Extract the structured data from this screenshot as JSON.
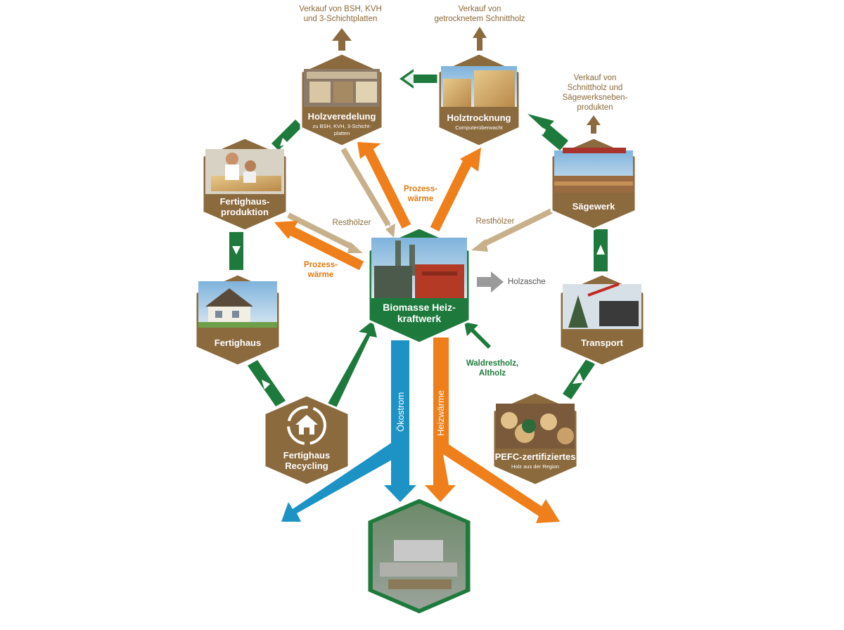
{
  "nodes": {
    "holzveredelung": {
      "title": "Holzveredelung",
      "sub1": "zu BSH, KVH, 3-Schicht-",
      "sub2": "platten"
    },
    "holztrocknung": {
      "title": "Holztrocknung",
      "sub1": "Computerüberwacht"
    },
    "saegewerk": {
      "title": "Sägewerk"
    },
    "transport": {
      "title": "Transport"
    },
    "pefc": {
      "title": "PEFC-zertifiziertes",
      "sub1": "Holz aus der Region"
    },
    "fertighausproduktion": {
      "title1": "Fertighaus-",
      "title2": "produktion"
    },
    "fertighaus": {
      "title": "Fertighaus"
    },
    "recycling": {
      "title1": "Fertighaus",
      "title2": "Recycling"
    },
    "kraftwerk": {
      "title1": "Biomasse Heiz-",
      "title2": "kraftwerk"
    }
  },
  "labels": {
    "sale_bsh": [
      "Verkauf von BSH, KVH",
      "und 3-Schichtplatten"
    ],
    "sale_dried": [
      "Verkauf von",
      "getrocknetem Schnittholz"
    ],
    "sale_sawn": [
      "Verkauf von",
      "Schnittholz und",
      "Sägewerksneben-",
      "produkten"
    ],
    "prozess_top": [
      "Prozess-",
      "wärme"
    ],
    "prozess_left": [
      "Prozess-",
      "wärme"
    ],
    "rest_left": "Resthölzer",
    "rest_right": "Resthölzer",
    "holzasche": "Holzasche",
    "waldrest": [
      "Waldrestholz,",
      "Altholz"
    ],
    "oekostrom": "Ökostrom",
    "heizwaerme": "Heizwärme"
  },
  "colors": {
    "brown": "#8b6a3e",
    "green": "#1e7a3c",
    "orange": "#ef7f1a",
    "blue": "#1c93c4",
    "tan": "#c8b08a",
    "grey": "#9a9a9a"
  }
}
